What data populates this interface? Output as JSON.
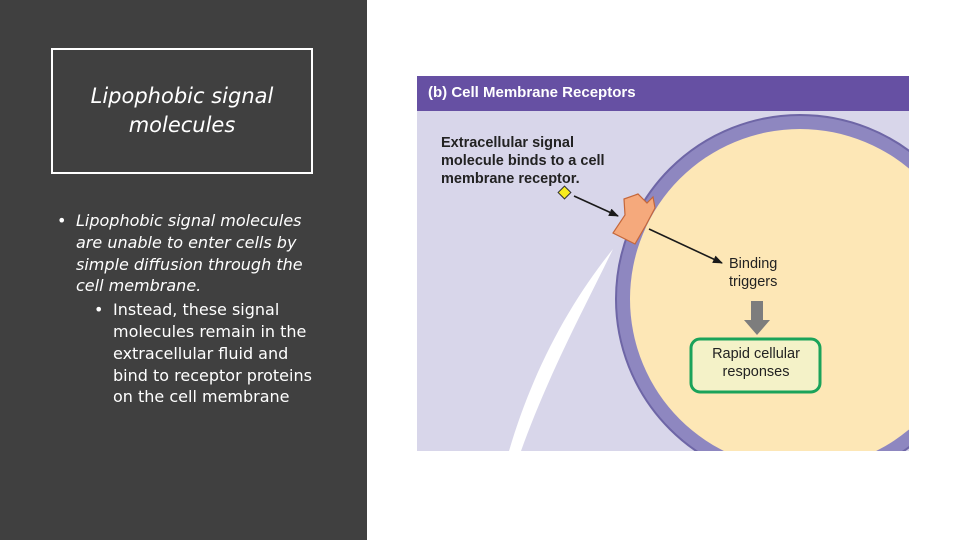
{
  "slide": {
    "title": "Lipophobic signal molecules",
    "bullet1": "Lipophobic signal molecules are unable to enter cells by simple diffusion through the cell membrane.",
    "bullet2": "Instead, these signal molecules remain in the extracellular fluid and bind to receptor proteins on the cell membrane",
    "bullet_char": "•"
  },
  "figure": {
    "title": "(b) Cell Membrane Receptors",
    "label_extracellular": "Extracellular signal molecule binds to a cell membrane receptor.",
    "label_binding": "Binding triggers",
    "label_rapid": "Rapid cellular responses"
  },
  "colors": {
    "left_panel": "#404040",
    "header": "#6650a3",
    "figure_bg": "#d8d6ea",
    "membrane": "#8e87c0",
    "cytoplasm": "#fde7b6",
    "receptor": "#f5a97c",
    "signal_molecule": "#f7ec1e",
    "response_box_border": "#1aa35a",
    "response_box_fill": "#f4f2c8"
  }
}
